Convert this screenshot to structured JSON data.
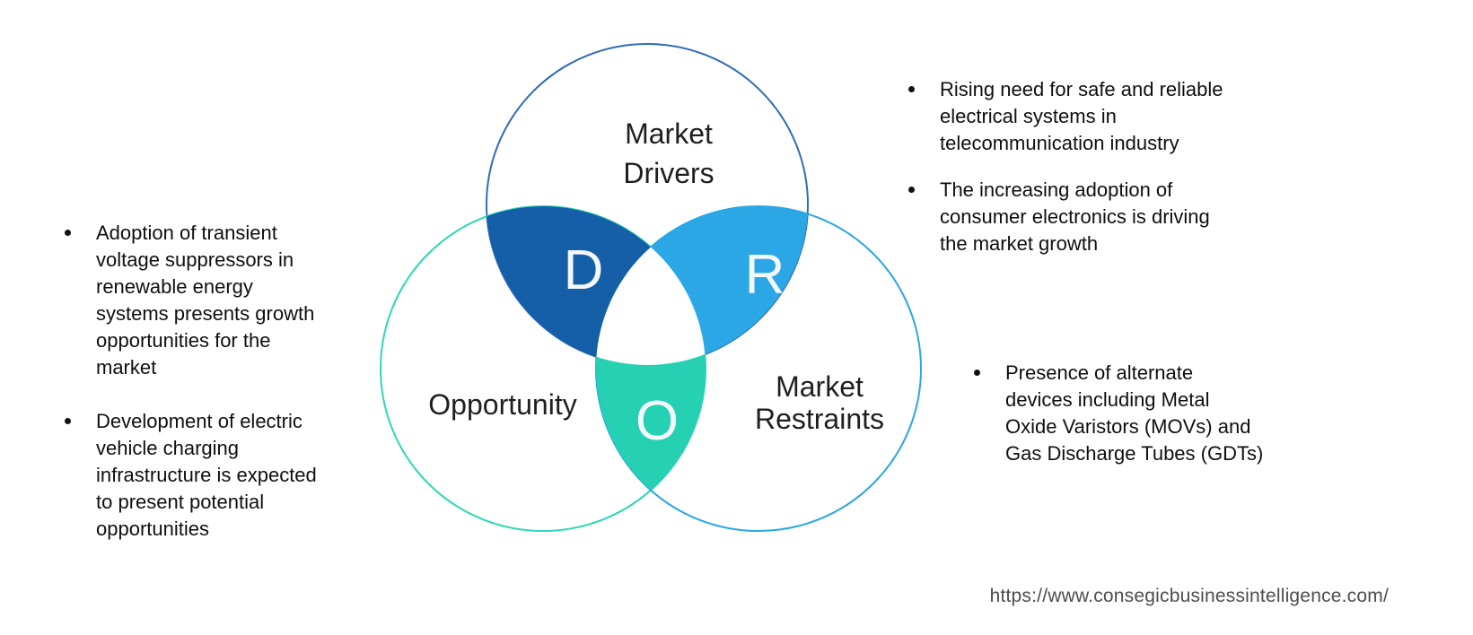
{
  "venn": {
    "label_color": "#1f1f1f",
    "letter_color": "#f3f8fc",
    "drivers": {
      "label_lines": [
        "Market",
        "Drivers"
      ],
      "letter": "D",
      "circle_stroke": "#2f6cb5",
      "intersection_fill": "#155fa8"
    },
    "restraints": {
      "label_lines": [
        "Market",
        "Restraints"
      ],
      "letter": "R",
      "circle_stroke": "#2aa7e2",
      "intersection_fill": "#2aa7e4"
    },
    "opportunity": {
      "label_lines": [
        "Opportunity"
      ],
      "letter": "O",
      "circle_stroke": "#2ed7b6",
      "intersection_fill": "#26d0b2"
    }
  },
  "left_bullets": [
    "Adoption of transient\nvoltage suppressors in\nrenewable energy\nsystems presents growth\nopportunities for the\nmarket",
    "Development of electric\nvehicle charging\ninfrastructure is expected\nto present potential\nopportunities"
  ],
  "right_top_bullets": [
    "Rising need for safe and reliable\nelectrical systems in\ntelecommunication industry",
    "The increasing adoption of\nconsumer electronics is driving\nthe market growth"
  ],
  "right_bottom_bullets": [
    "Presence of alternate\ndevices including Metal\nOxide Varistors (MOVs) and\nGas Discharge Tubes (GDTs)"
  ],
  "footer": {
    "url": "https://www.consegicbusinessintelligence.com/"
  }
}
